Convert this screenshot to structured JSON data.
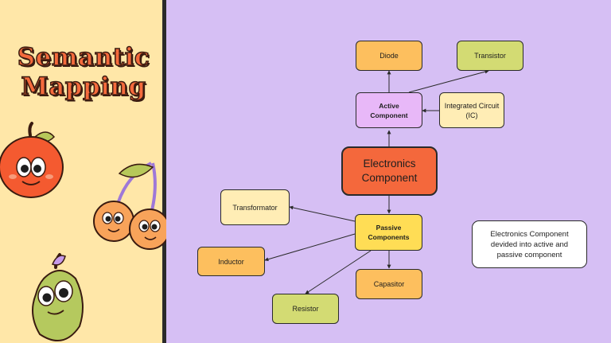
{
  "title": {
    "line1": "Semantic",
    "line2": "Mapping"
  },
  "diagram": {
    "center": "Electronics Component",
    "active": "Active Component",
    "passive": "Passive Components",
    "diode": "Diode",
    "transistor": "Transistor",
    "ic": "Integrated Circuit (IC)",
    "transformator": "Transformator",
    "inductor": "Inductor",
    "capasitor": "Capasitor",
    "resistor": "Resistor"
  },
  "note": "Electronics Component devided into active and passive component",
  "colors": {
    "left_bg": "#FFE7A8",
    "right_bg": "#D6BFF4",
    "title": "#F46A3C",
    "center": "#F4683C",
    "orange": "#FDBF5E",
    "green": "#D3DB73",
    "violet": "#E8B8F8",
    "cream": "#FFEDB5",
    "yellow": "#FFDD55"
  },
  "decorations": [
    "apple-character",
    "cherries-character",
    "pear-character"
  ]
}
